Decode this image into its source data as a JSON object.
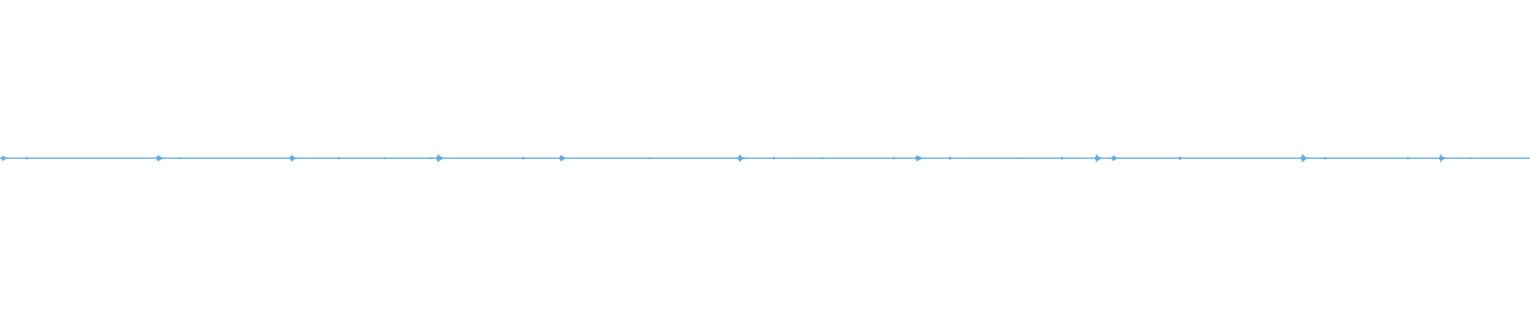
{
  "waveform": {
    "color": "#5aa9e6",
    "background": "#ffffff",
    "baseline_level": 0.0,
    "peak_range": [
      -1,
      1
    ],
    "bursts": [
      {
        "position": 0.003,
        "amplitude": 0.028,
        "width": 0.004
      },
      {
        "position": 0.018,
        "amplitude": 0.012,
        "width": 0.003
      },
      {
        "position": 0.105,
        "amplitude": 0.028,
        "width": 0.006
      },
      {
        "position": 0.118,
        "amplitude": 0.01,
        "width": 0.003
      },
      {
        "position": 0.192,
        "amplitude": 0.03,
        "width": 0.005
      },
      {
        "position": 0.222,
        "amplitude": 0.01,
        "width": 0.003
      },
      {
        "position": 0.252,
        "amplitude": 0.01,
        "width": 0.003
      },
      {
        "position": 0.282,
        "amplitude": 0.012,
        "width": 0.004
      },
      {
        "position": 0.288,
        "amplitude": 0.032,
        "width": 0.006
      },
      {
        "position": 0.343,
        "amplitude": 0.01,
        "width": 0.004
      },
      {
        "position": 0.368,
        "amplitude": 0.03,
        "width": 0.005
      },
      {
        "position": 0.425,
        "amplitude": 0.01,
        "width": 0.003
      },
      {
        "position": 0.485,
        "amplitude": 0.03,
        "width": 0.006
      },
      {
        "position": 0.507,
        "amplitude": 0.012,
        "width": 0.004
      },
      {
        "position": 0.538,
        "amplitude": 0.01,
        "width": 0.003
      },
      {
        "position": 0.585,
        "amplitude": 0.012,
        "width": 0.003
      },
      {
        "position": 0.601,
        "amplitude": 0.03,
        "width": 0.006
      },
      {
        "position": 0.622,
        "amplitude": 0.012,
        "width": 0.004
      },
      {
        "position": 0.668,
        "amplitude": 0.01,
        "width": 0.003
      },
      {
        "position": 0.695,
        "amplitude": 0.012,
        "width": 0.004
      },
      {
        "position": 0.718,
        "amplitude": 0.03,
        "width": 0.005
      },
      {
        "position": 0.729,
        "amplitude": 0.022,
        "width": 0.005
      },
      {
        "position": 0.772,
        "amplitude": 0.014,
        "width": 0.004
      },
      {
        "position": 0.853,
        "amplitude": 0.03,
        "width": 0.006
      },
      {
        "position": 0.867,
        "amplitude": 0.012,
        "width": 0.004
      },
      {
        "position": 0.921,
        "amplitude": 0.01,
        "width": 0.003
      },
      {
        "position": 0.943,
        "amplitude": 0.03,
        "width": 0.005
      },
      {
        "position": 0.962,
        "amplitude": 0.01,
        "width": 0.003
      }
    ]
  }
}
